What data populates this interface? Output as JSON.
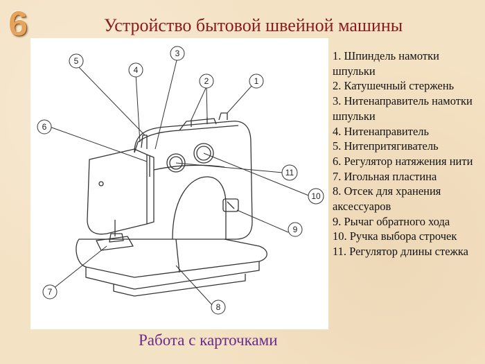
{
  "slide_number": "6",
  "title": "Устройство бытовой швейной машины",
  "callouts": [
    "1",
    "2",
    "3",
    "4",
    "5",
    "6",
    "7",
    "8",
    "9",
    "10",
    "11"
  ],
  "legend": [
    "1. Шпиндель намотки шпульки",
    "2. Катушечный стержень",
    "3. Нитенаправитель намотки шпульки",
    "4. Нитенаправитель",
    "5. Нитепритягиватель",
    "6. Регулятор натяжения нити",
    "7. Игольная пластина",
    "8. Отсек для хранения аксессуаров",
    "9. Рычаг обратного хода",
    "10. Ручка выбора строчек",
    "11. Регулятор длины стежка"
  ],
  "footer": "Работа с карточками",
  "colors": {
    "title": "#8b1a1a",
    "footer": "#6a2a8a",
    "background": "#f4e2c4",
    "slide_number": "#e6a35c"
  }
}
